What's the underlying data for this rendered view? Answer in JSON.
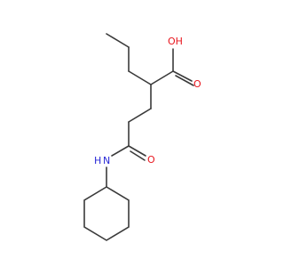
{
  "molecule": {
    "atoms": {
      "hydroxyl_oxygen": {
        "label": "OH",
        "color": "#e8141c"
      },
      "carbonyl_oxygen_acid": {
        "label": "O",
        "color": "#e8141c"
      },
      "carbonyl_oxygen_amide": {
        "label": "O",
        "color": "#e8141c"
      },
      "amide_nitrogen": {
        "label": "N",
        "color": "#2929d6"
      },
      "amide_hydrogen": {
        "label": "H",
        "color": "#2929d6"
      }
    },
    "bond_color": "#3a3a3a"
  }
}
